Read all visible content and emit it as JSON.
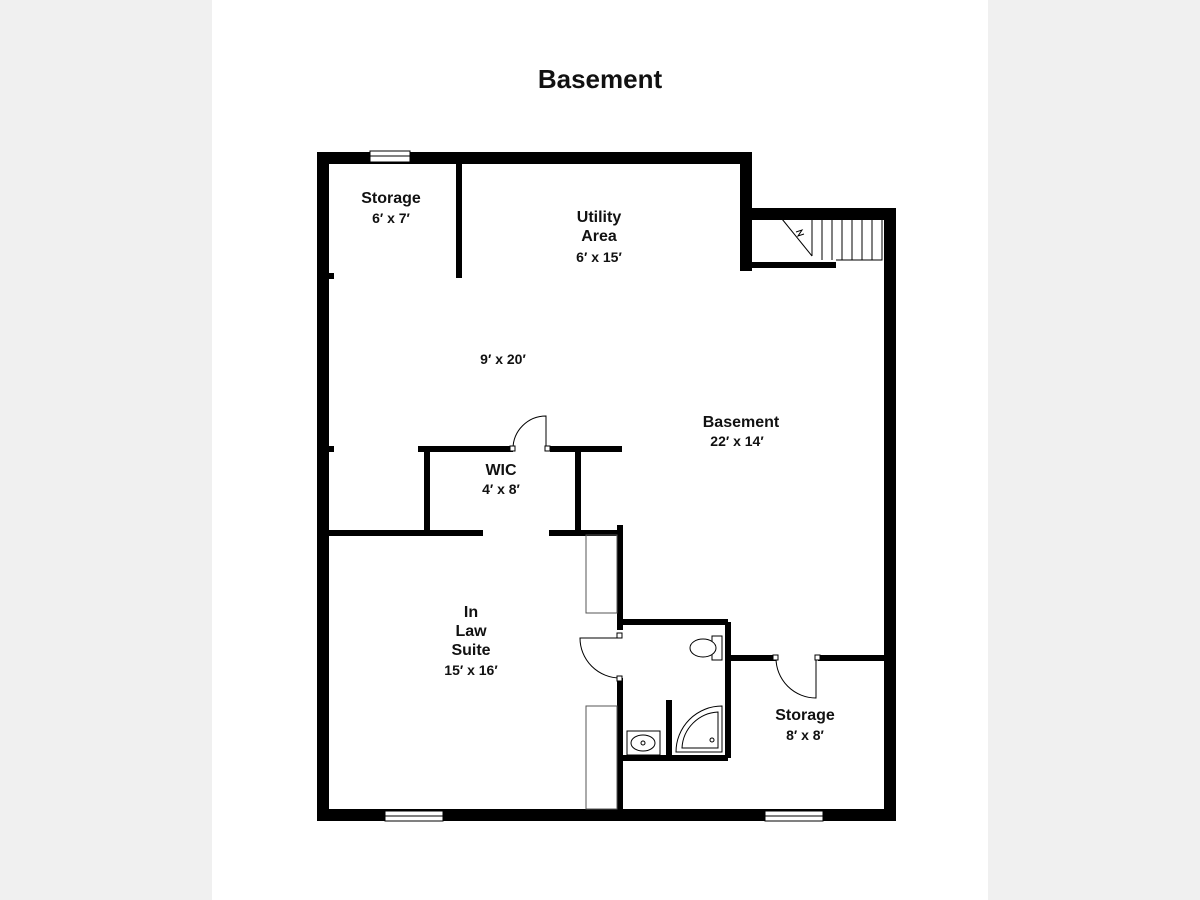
{
  "title": "Basement",
  "rooms": {
    "storage_top": {
      "name": "Storage",
      "dims": "6′ x 7′"
    },
    "utility": {
      "name_line1": "Utility",
      "name_line2": "Area",
      "dims": "6′ x 15′"
    },
    "open_area": {
      "dims": "9′ x 20′"
    },
    "basement": {
      "name": "Basement",
      "dims": "22′ x 14′"
    },
    "wic": {
      "name": "WIC",
      "dims": "4′ x 8′"
    },
    "in_law_suite": {
      "name_line1": "In",
      "name_line2": "Law",
      "name_line3": "Suite",
      "dims": "15′ x 16′"
    },
    "storage_bottom": {
      "name": "Storage",
      "dims": "8′ x 8′"
    }
  },
  "colors": {
    "wall": "#000000",
    "background": "#ffffff",
    "page": "#f0f0f0"
  },
  "icons": [
    "stair-icon",
    "window-icon",
    "door-swing-icon",
    "toilet-icon",
    "sink-icon",
    "shower-icon"
  ]
}
